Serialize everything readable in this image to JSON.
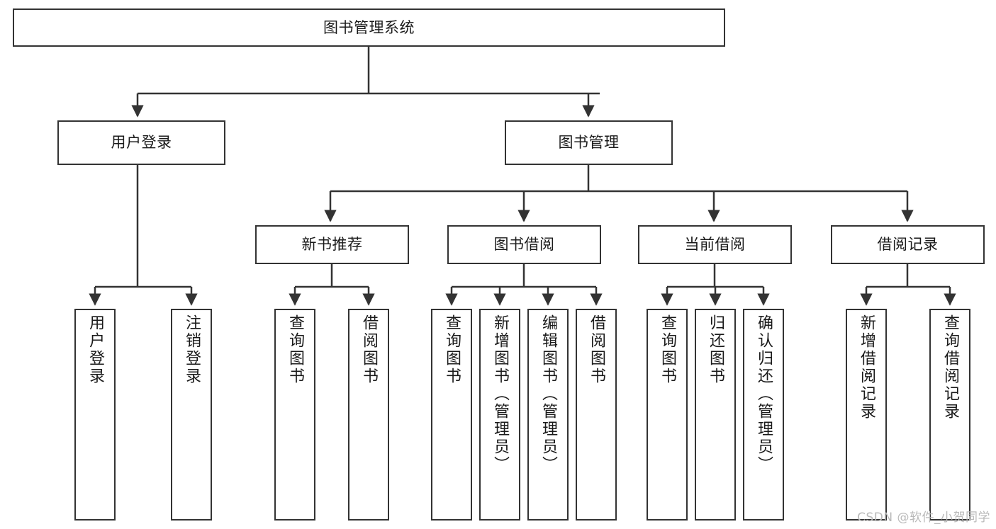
{
  "diagram": {
    "title": "图书管理系统",
    "watermark": "CSDN @软件_小贺同学",
    "colors": {
      "stroke": "#333333",
      "fill": "#ffffff",
      "text": "#1a1a1a",
      "watermark": "#b9b9b9"
    },
    "levels": {
      "root": "图书管理系统",
      "level2": [
        "用户登录",
        "图书管理"
      ],
      "level3": [
        "新书推荐",
        "图书借阅",
        "当前借阅",
        "借阅记录"
      ]
    },
    "nodes": {
      "root": {
        "label": "图书管理系统"
      },
      "user_login": {
        "label": "用户登录"
      },
      "book_manage": {
        "label": "图书管理"
      },
      "new_book_rec": {
        "label": "新书推荐"
      },
      "book_borrow": {
        "label": "图书借阅"
      },
      "current_borrow": {
        "label": "当前借阅"
      },
      "borrow_record": {
        "label": "借阅记录"
      },
      "leaf_user_login": {
        "label": "用户登录"
      },
      "leaf_logout": {
        "label": "注销登录"
      },
      "leaf_query_book_1": {
        "label": "查询图书"
      },
      "leaf_borrow_book_1": {
        "label": "借阅图书"
      },
      "leaf_query_book_2": {
        "label": "查询图书"
      },
      "leaf_add_book": {
        "label": "新增图书（管理员）"
      },
      "leaf_edit_book": {
        "label": "编辑图书（管理员）"
      },
      "leaf_borrow_book_2": {
        "label": "借阅图书"
      },
      "leaf_query_book_3": {
        "label": "查询图书"
      },
      "leaf_return_book": {
        "label": "归还图书"
      },
      "leaf_confirm_return": {
        "label": "确认归还（管理员）"
      },
      "leaf_add_record": {
        "label": "新增借阅记录"
      },
      "leaf_query_record": {
        "label": "查询借阅记录"
      }
    },
    "edges": [
      {
        "from": "root",
        "to": "user_login"
      },
      {
        "from": "root",
        "to": "book_manage"
      },
      {
        "from": "book_manage",
        "to": "new_book_rec"
      },
      {
        "from": "book_manage",
        "to": "book_borrow"
      },
      {
        "from": "book_manage",
        "to": "current_borrow"
      },
      {
        "from": "book_manage",
        "to": "borrow_record"
      },
      {
        "from": "user_login",
        "to": "leaf_user_login"
      },
      {
        "from": "user_login",
        "to": "leaf_logout"
      },
      {
        "from": "new_book_rec",
        "to": "leaf_query_book_1"
      },
      {
        "from": "new_book_rec",
        "to": "leaf_borrow_book_1"
      },
      {
        "from": "book_borrow",
        "to": "leaf_query_book_2"
      },
      {
        "from": "book_borrow",
        "to": "leaf_add_book"
      },
      {
        "from": "book_borrow",
        "to": "leaf_edit_book"
      },
      {
        "from": "book_borrow",
        "to": "leaf_borrow_book_2"
      },
      {
        "from": "current_borrow",
        "to": "leaf_query_book_3"
      },
      {
        "from": "current_borrow",
        "to": "leaf_return_book"
      },
      {
        "from": "current_borrow",
        "to": "leaf_confirm_return"
      },
      {
        "from": "borrow_record",
        "to": "leaf_add_record"
      },
      {
        "from": "borrow_record",
        "to": "leaf_query_record"
      }
    ]
  }
}
